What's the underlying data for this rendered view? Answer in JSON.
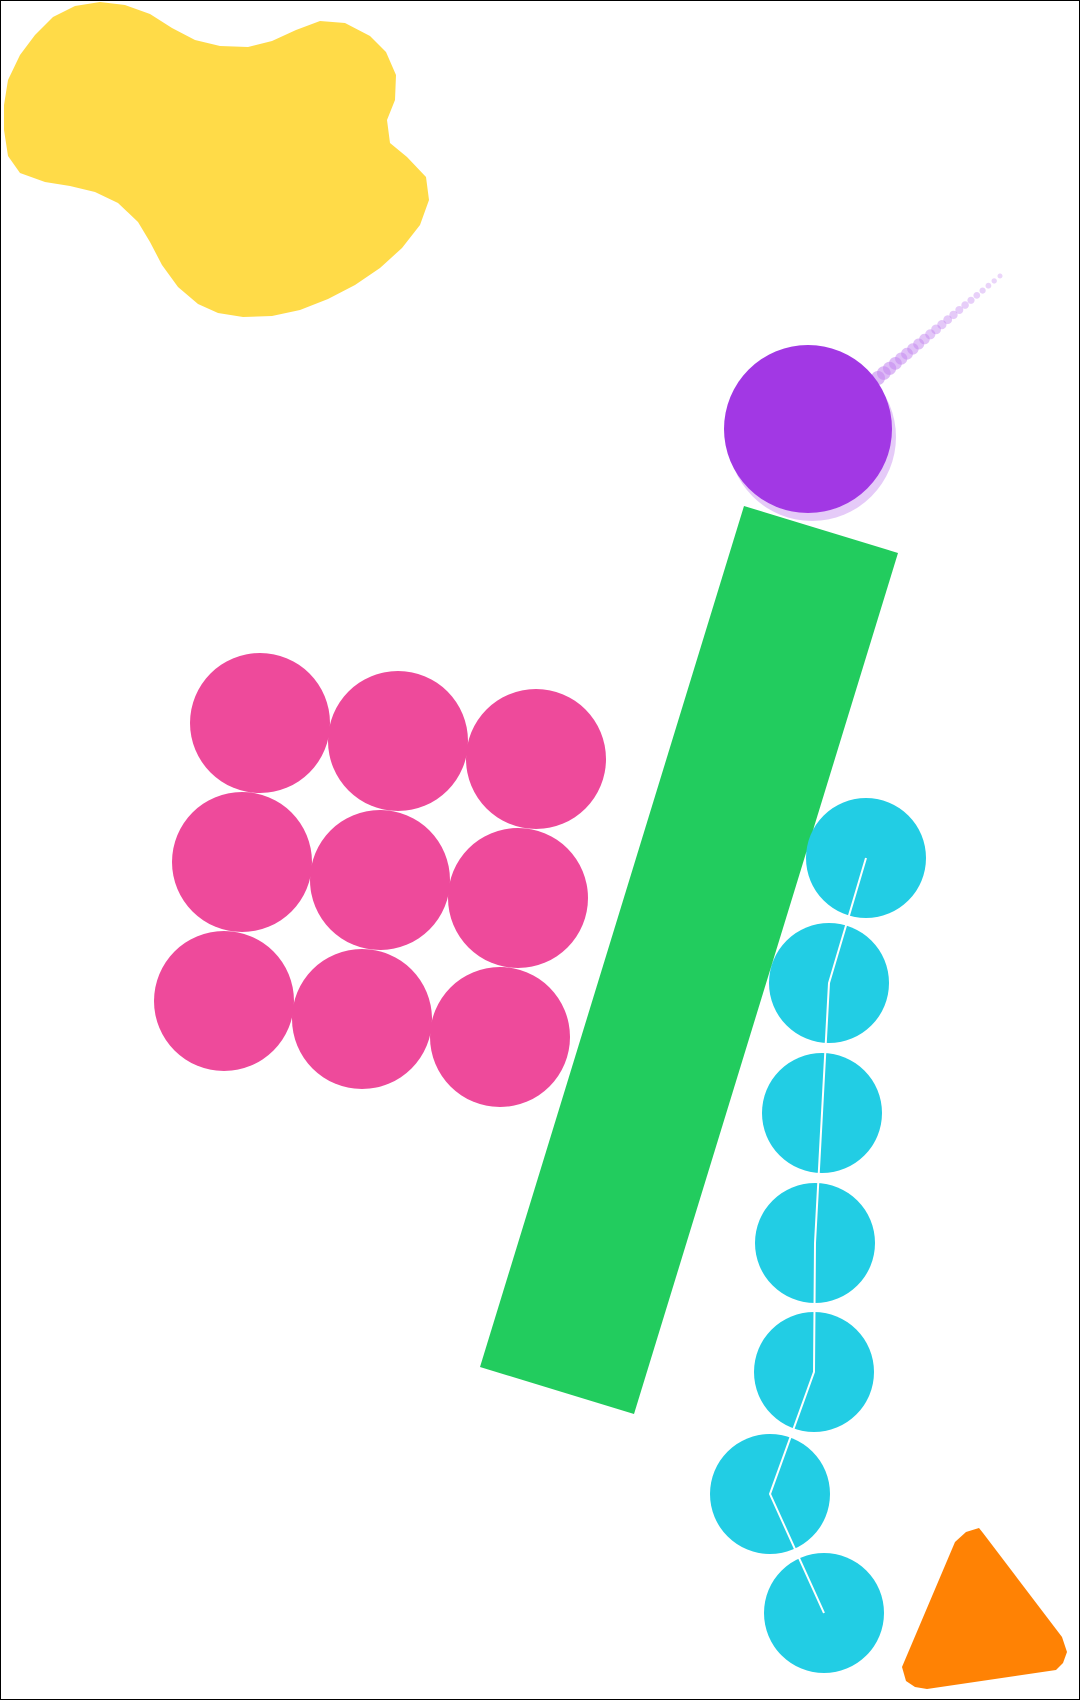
{
  "scene": {
    "background": "#ffffff",
    "border_color": "#000000",
    "blob": {
      "color": "#ffdb48"
    },
    "ball": {
      "color": "#a238e4",
      "trail_color": "#c58af0"
    },
    "plank": {
      "color": "#22cc5e"
    },
    "ball_grid": {
      "color": "#ee4a9b",
      "rows": 3,
      "cols": 3
    },
    "chain": {
      "color": "#22cde4",
      "link_color": "#ffffff",
      "count": 7
    },
    "triangle": {
      "color": "#ff8204"
    }
  }
}
